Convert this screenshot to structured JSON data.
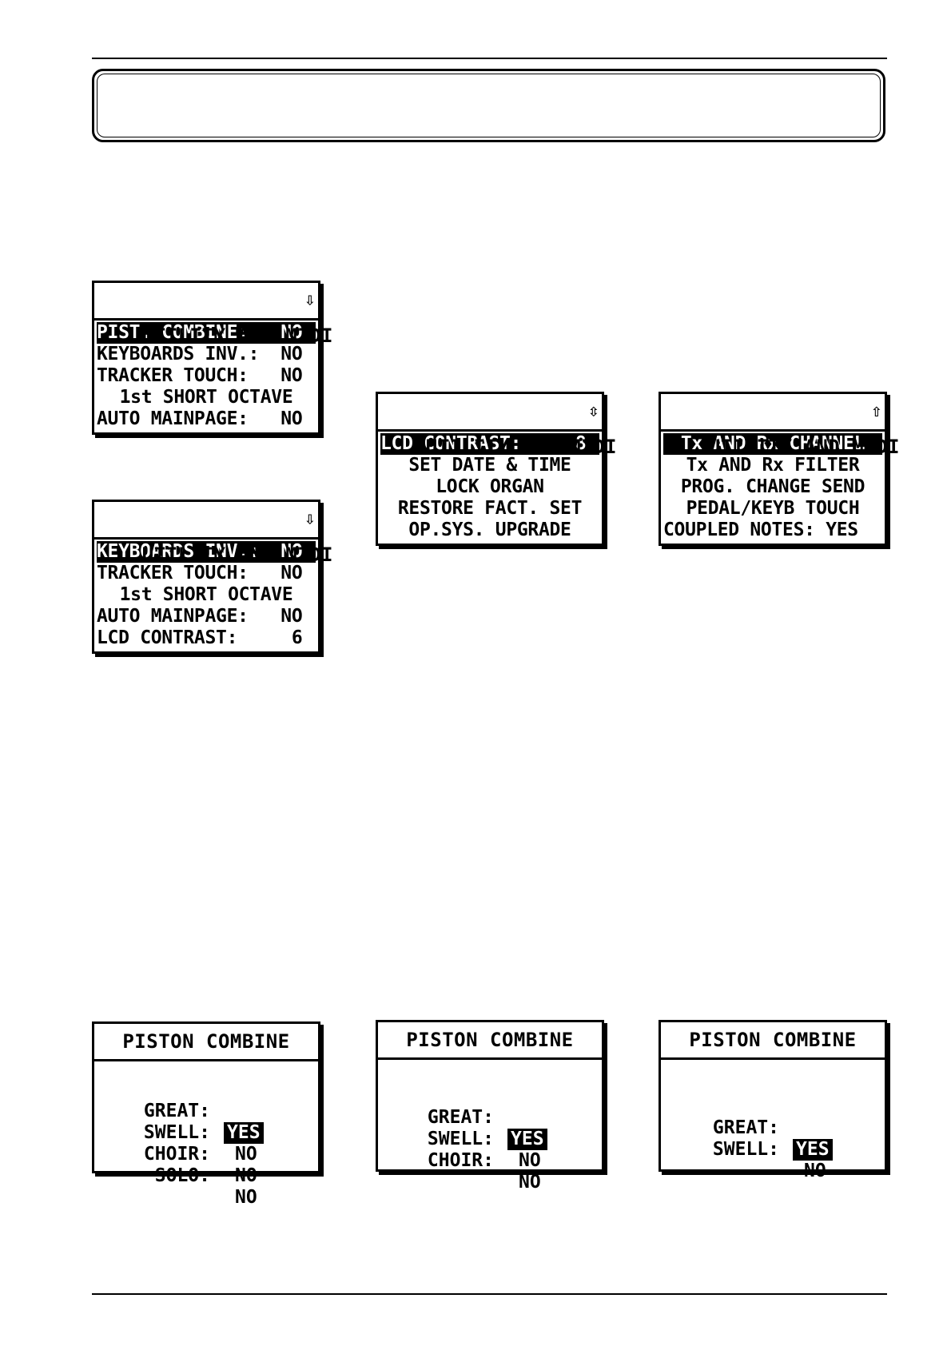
{
  "menu_screens": [
    {
      "title": "UTILITY AND MIDI",
      "arrow": "⇩",
      "rows": [
        {
          "text": "PIST. COMBINE:   NO",
          "selected": true
        },
        {
          "text": "KEYBOARDS INV.:  NO"
        },
        {
          "text": "TRACKER TOUCH:   NO"
        },
        {
          "text": "1st SHORT OCTAVE",
          "center": true
        },
        {
          "text": "AUTO MAINPAGE:   NO"
        }
      ]
    },
    {
      "title": "UTILITY AND MIDI",
      "arrow": "⇩",
      "rows": [
        {
          "text": "KEYBOARDS INV.:  NO",
          "selected": true
        },
        {
          "text": "TRACKER TOUCH:   NO"
        },
        {
          "text": "1st SHORT OCTAVE",
          "center": true
        },
        {
          "text": "AUTO MAINPAGE:   NO"
        },
        {
          "text": "LCD CONTRAST:     6"
        }
      ]
    },
    {
      "title": "UTILITY AND MIDI",
      "arrow": "⇳",
      "rows": [
        {
          "text": "LCD CONTRAST:     8",
          "selected": true
        },
        {
          "text": "SET DATE & TIME",
          "center": true
        },
        {
          "text": "LOCK ORGAN",
          "center": true
        },
        {
          "text": "RESTORE FACT. SET",
          "center": true
        },
        {
          "text": "OP.SYS. UPGRADE",
          "center": true
        }
      ]
    },
    {
      "title": "UTILITY AND MIDI",
      "arrow": "⇧",
      "rows": [
        {
          "text": "Tx AND Rx CHANNEL",
          "selected": true,
          "center": true
        },
        {
          "text": "Tx AND Rx FILTER",
          "center": true
        },
        {
          "text": "PROG. CHANGE SEND",
          "center": true
        },
        {
          "text": "PEDAL/KEYB TOUCH",
          "center": true
        },
        {
          "text": "COUPLED NOTES: YES"
        }
      ]
    }
  ],
  "piston_screens": [
    {
      "title": "PISTON COMBINE",
      "rows": [
        {
          "label": "GREAT:",
          "value": "YES",
          "selected": true
        },
        {
          "label": "SWELL:",
          "value": "NO"
        },
        {
          "label": "CHOIR:",
          "value": "NO"
        },
        {
          "label": "SOLO:",
          "value": "NO"
        }
      ]
    },
    {
      "title": "PISTON COMBINE",
      "rows": [
        {
          "label": "GREAT:",
          "value": "YES",
          "selected": true
        },
        {
          "label": "SWELL:",
          "value": "NO"
        },
        {
          "label": "CHOIR:",
          "value": "NO"
        }
      ]
    },
    {
      "title": "PISTON COMBINE",
      "rows": [
        {
          "label": "GREAT:",
          "value": "YES",
          "selected": true
        },
        {
          "label": "SWELL:",
          "value": "NO"
        }
      ]
    }
  ]
}
